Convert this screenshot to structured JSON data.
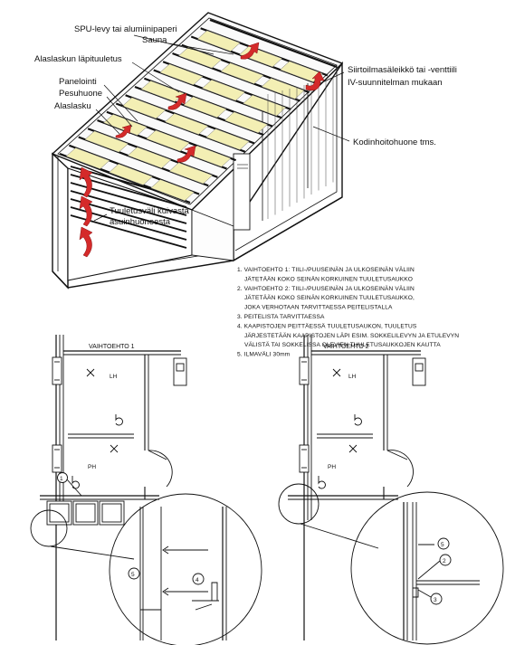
{
  "labels": {
    "spu": "SPU-levy tai alumiinipaperi",
    "sauna": "Sauna",
    "alaslaskun_lapituuletus": "Alaslaskun läpituuletus",
    "panelointi": "Panelointi",
    "pesuhuone": "Pesuhuone",
    "alaslasku": "Alaslasku",
    "tuuletusvali_1": "Tuuletusväli kuivasta",
    "tuuletusvali_2": "asuinhuoneesta",
    "siirtoilma_1": "Siirtoilmasäleikkö tai -venttiili",
    "siirtoilma_2": "IV-suunnitelman mukaan",
    "kodinhoitohuone": "Kodinhoitohuone tms."
  },
  "notes": [
    "1. VAIHTOEHTO 1: TIILI-/PUUSEINÄN JA ULKOSEINÄN VÄLIIN",
    "JÄTETÄÄN KOKO SEINÄN KORKUINEN TUULETUSAUKKO",
    "2. VAIHTOEHTO 2: TIILI-/PUUSEINÄN JA ULKOSEINÄN VÄLIIN",
    "JÄTETÄÄN KOKO SEINÄN KORKUINEN TUULETUSAUKKO,",
    "JOKA VERHOTAAN TARVITTAESSA PEITELISTALLA",
    "3. PEITELISTA TARVITTAESSA",
    "4. KAAPISTOJEN PEITTÄESSÄ TUULETUSAUKON, TUULETUS",
    "JÄRJESTETÄÄN KAAPISTOJEN LÄPI ESIM. SOKKELILEVYN JA ETULEVYN",
    "VÄLISTÄ TAI SOKKELISSA OLEVIEN TUULETUSAUKKOJEN KAUTTA",
    "5. ILMAVÄLI 30mm"
  ],
  "plan1": {
    "title": "VAIHTOEHTO 1",
    "lh": "LH",
    "ph": "PH",
    "c1": "1",
    "c4": "4",
    "c5": "5"
  },
  "plan2": {
    "title": "VAIHTOEHTO 2",
    "lh": "LH",
    "ph": "PH",
    "c5": "5",
    "c2": "2",
    "c3": "3"
  },
  "colors": {
    "arrow_red": "#d42a2a",
    "insulation_yellow": "#f3efb4",
    "line": "#111111"
  }
}
